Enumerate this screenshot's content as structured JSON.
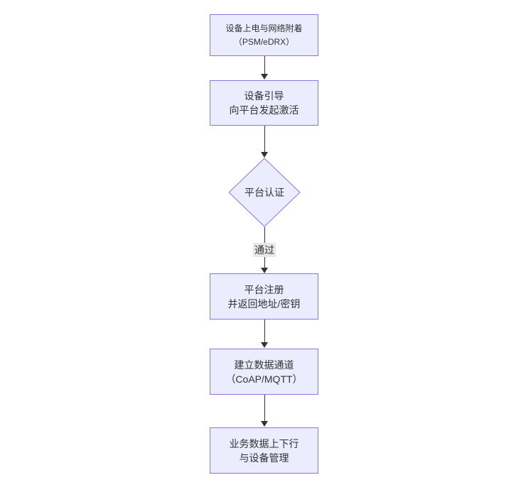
{
  "diagram": {
    "type": "flowchart",
    "direction": "top-down",
    "colors": {
      "node_fill": "#ECECFF",
      "node_border": "#9370DB",
      "edge_line": "#333333",
      "text": "#333333",
      "edge_label_bg": "#e8e8e8",
      "background": "#ffffff"
    },
    "nodes": {
      "power": {
        "line1": "设备上电与网络附着",
        "line2": "（PSM/eDRX）"
      },
      "bootstrap": {
        "line1": "设备引导",
        "line2": "向平台发起激活"
      },
      "auth": {
        "line1": "平台认证"
      },
      "register": {
        "line1": "平台注册",
        "line2": "并返回地址/密钥"
      },
      "channel": {
        "line1": "建立数据通道",
        "line2": "（CoAP/MQTT）"
      },
      "business": {
        "line1": "业务数据上下行",
        "line2": "与设备管理"
      }
    },
    "edges": {
      "auth_pass_label": "通过"
    }
  }
}
